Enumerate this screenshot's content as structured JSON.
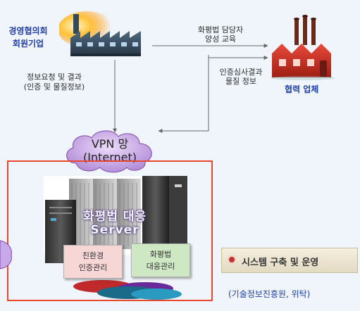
{
  "member_company": {
    "line1": "경영협의회",
    "line2": "회원기업"
  },
  "training_flow": {
    "line1": "화평법 담당자",
    "line2": "양성 교육"
  },
  "partner": {
    "label": "협력 업체"
  },
  "cert_flow": {
    "line1": "인증심사결과",
    "line2": "물질 정보"
  },
  "info_flow": {
    "line1": "정보요청 및 결과",
    "line2": "(인증 및 물질정보)"
  },
  "vpn": {
    "line1": "VPN 망",
    "line2": "(Internet)"
  },
  "server": {
    "line1": "화평법 대응",
    "line2": "Server"
  },
  "box_eco": {
    "line1": "친환경",
    "line2": "인증관리"
  },
  "box_reg": {
    "line1": "화평법",
    "line2": "대응관리"
  },
  "system": {
    "label": "시스템 구축 및 운영"
  },
  "operator": {
    "label": "(기술정보진흥원, 위탁)"
  },
  "colors": {
    "frame": "#e8472b",
    "title_blue": "#1f3fa6",
    "cloud": "#c8a8e8",
    "box_eco": "#f7d6d6",
    "box_reg": "#cfe8c4"
  }
}
